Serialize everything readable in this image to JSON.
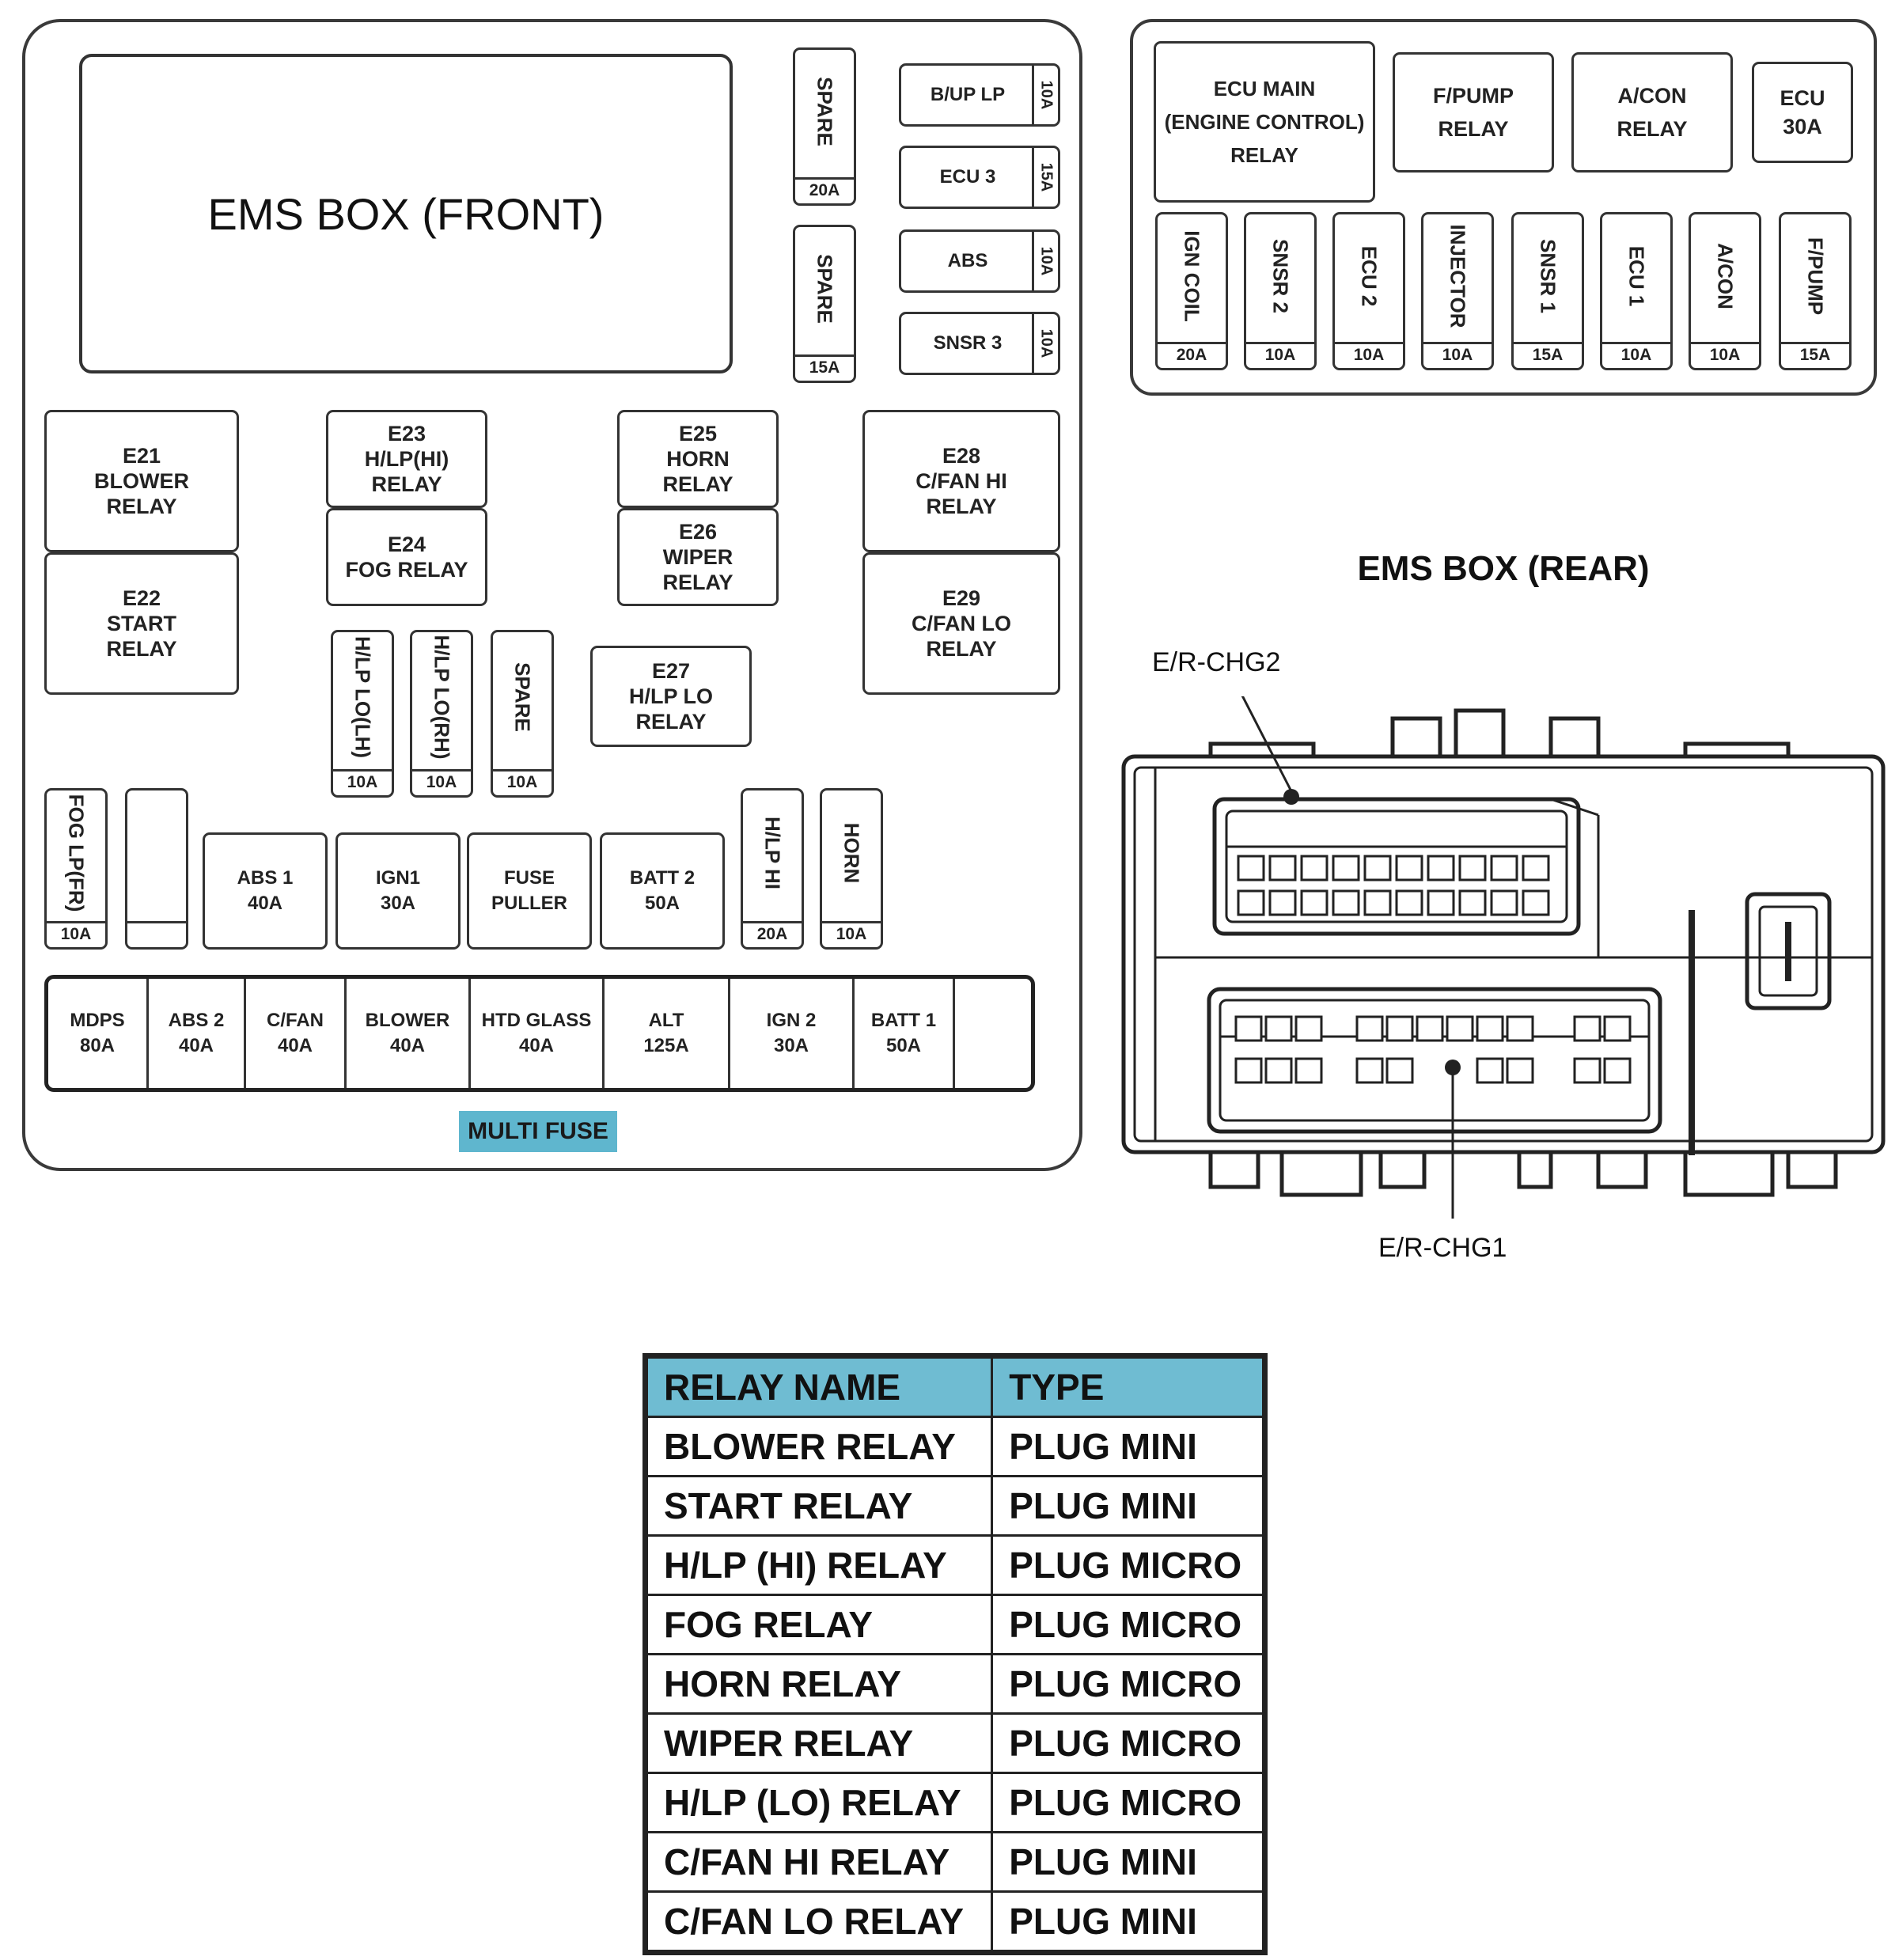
{
  "front": {
    "title": "EMS BOX (FRONT)",
    "spare_20": {
      "name": "SPARE",
      "amp": "20A"
    },
    "spare_15": {
      "name": "SPARE",
      "amp": "15A"
    },
    "hfuses": [
      {
        "name": "B/UP LP",
        "amp": "10A"
      },
      {
        "name": "ECU 3",
        "amp": "15A"
      },
      {
        "name": "ABS",
        "amp": "10A"
      },
      {
        "name": "SNSR 3",
        "amp": "10A"
      }
    ],
    "relays": {
      "e21": "E21\nBLOWER\nRELAY",
      "e22": "E22\nSTART\nRELAY",
      "e23": "E23\nH/LP(HI)\nRELAY",
      "e24": "E24\nFOG RELAY",
      "e25": "E25\nHORN\nRELAY",
      "e26": "E26\nWIPER\nRELAY",
      "e27": "E27\nH/LP LO\nRELAY",
      "e28": "E28\nC/FAN HI\nRELAY",
      "e29": "E29\nC/FAN LO\nRELAY"
    },
    "mid_vfuses": [
      {
        "name": "H/LP LO(LH)",
        "amp": "10A"
      },
      {
        "name": "H/LP LO(RH)",
        "amp": "10A"
      },
      {
        "name": "SPARE",
        "amp": "10A"
      }
    ],
    "fog_fuse": {
      "name": "FOG LP(FR)",
      "amp": "10A"
    },
    "hlp_hi_fuse": {
      "name": "H/LP HI",
      "amp": "20A"
    },
    "horn_fuse": {
      "name": "HORN",
      "amp": "10A"
    },
    "big_fuses": {
      "abs1": "ABS 1\n40A",
      "ign1": "IGN1\n30A",
      "puller": "FUSE\nPULLER",
      "batt2": "BATT 2\n50A"
    },
    "multi_fuses": [
      "MDPS\n80A",
      "ABS 2\n40A",
      "C/FAN\n40A",
      "BLOWER\n40A",
      "HTD GLASS\n40A",
      "ALT\n125A",
      "IGN 2\n30A",
      "BATT 1\n50A",
      ""
    ],
    "multi_label": "MULTI FUSE"
  },
  "rear_fuse": {
    "relays": {
      "ecu_main": "ECU MAIN\n(ENGINE CONTROL)\nRELAY",
      "fpump": "F/PUMP\nRELAY",
      "acon": "A/CON\nRELAY",
      "ecu30": "ECU\n30A"
    },
    "fuses": [
      {
        "name": "IGN COIL",
        "amp": "20A"
      },
      {
        "name": "SNSR 2",
        "amp": "10A"
      },
      {
        "name": "ECU 2",
        "amp": "10A"
      },
      {
        "name": "INJECTOR",
        "amp": "10A"
      },
      {
        "name": "SNSR 1",
        "amp": "15A"
      },
      {
        "name": "ECU 1",
        "amp": "10A"
      },
      {
        "name": "A/CON",
        "amp": "10A"
      },
      {
        "name": "F/PUMP",
        "amp": "15A"
      }
    ]
  },
  "rear": {
    "title": "EMS BOX (REAR)",
    "chg2": "E/R-CHG2",
    "chg1": "E/R-CHG1"
  },
  "table": {
    "headers": [
      "RELAY NAME",
      "TYPE"
    ],
    "rows": [
      [
        "BLOWER RELAY",
        "PLUG MINI"
      ],
      [
        "START RELAY",
        "PLUG MINI"
      ],
      [
        "H/LP (HI) RELAY",
        "PLUG MICRO"
      ],
      [
        "FOG RELAY",
        "PLUG MICRO"
      ],
      [
        "HORN RELAY",
        "PLUG MICRO"
      ],
      [
        "WIPER RELAY",
        "PLUG MICRO"
      ],
      [
        "H/LP (LO) RELAY",
        "PLUG MICRO"
      ],
      [
        "C/FAN HI RELAY",
        "PLUG MINI"
      ],
      [
        "C/FAN LO RELAY",
        "PLUG MINI"
      ]
    ]
  },
  "colors": {
    "accent": "#6fbcd2",
    "line": "#333333"
  }
}
